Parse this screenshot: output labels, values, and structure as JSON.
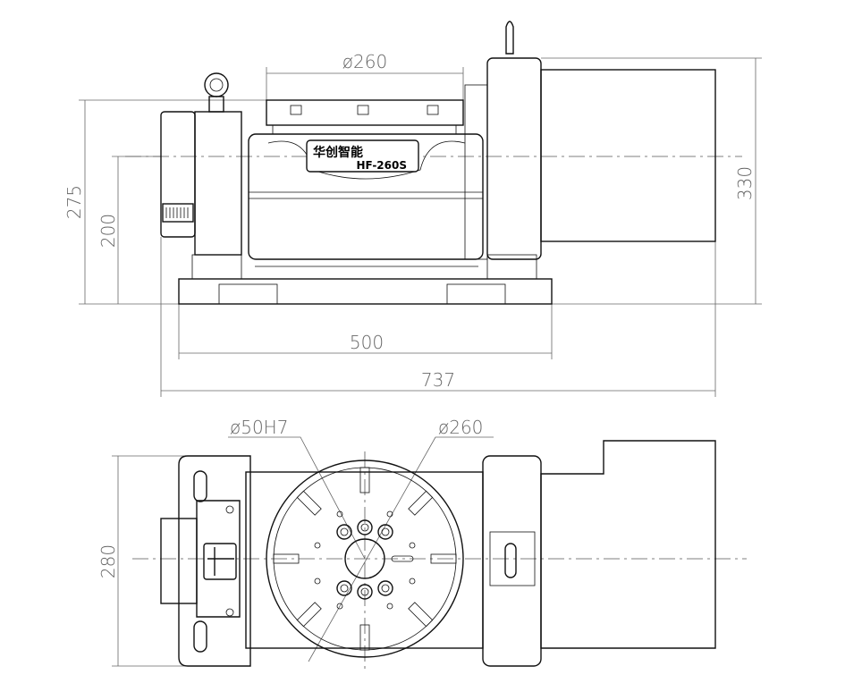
{
  "title": "HF-260S rotary table drawing",
  "nameplate": {
    "brand": "华创智能",
    "model": "HF-260S"
  },
  "front_view": {
    "dim_table_diameter": "ø260",
    "dim_height_total": "275",
    "dim_center_height": "200",
    "dim_motor_height": "330",
    "dim_base_length": "500",
    "dim_overall_length": "737"
  },
  "top_view": {
    "dim_bore": "ø50H7",
    "dim_table_diameter": "ø260",
    "dim_width": "280"
  }
}
